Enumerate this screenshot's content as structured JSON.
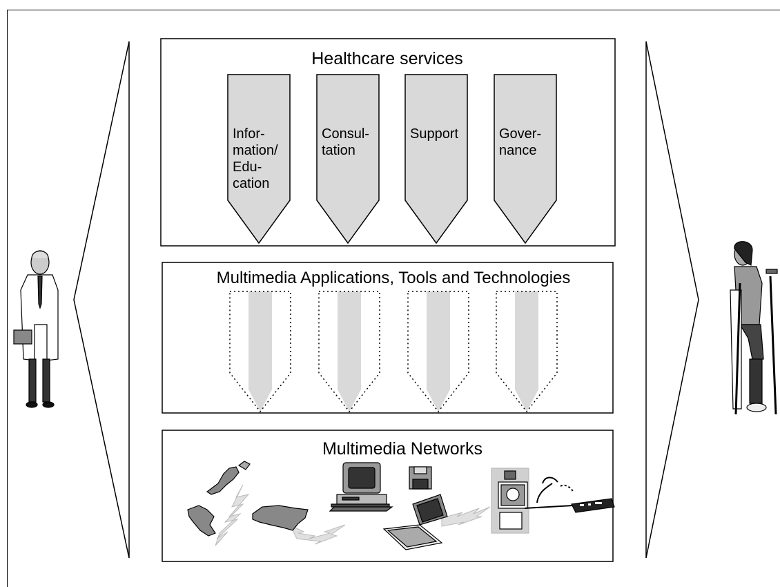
{
  "healthcare": {
    "title": "Healthcare services",
    "services": [
      {
        "lines": [
          "Infor-",
          "mation/",
          "Edu-",
          "cation"
        ]
      },
      {
        "lines": [
          "Consul-",
          "tation"
        ]
      },
      {
        "lines": [
          "Support"
        ]
      },
      {
        "lines": [
          "Gover-",
          "nance"
        ]
      }
    ]
  },
  "applications": {
    "title": "Multimedia Applications, Tools and Technologies"
  },
  "networks": {
    "title": "Multimedia Networks"
  },
  "colors": {
    "arrow_fill": "#d9d9d9",
    "stroke": "#000000",
    "background": "#ffffff"
  },
  "icons": {
    "left_figure": "doctor-icon",
    "right_figure": "patient-on-crutches-icon",
    "network_items": [
      "world-map-icon",
      "desktop-computer-icon",
      "floppy-disk-icon",
      "laptop-icon",
      "video-terminal-icon",
      "router-modem-icon",
      "lightning-link-icon"
    ]
  }
}
